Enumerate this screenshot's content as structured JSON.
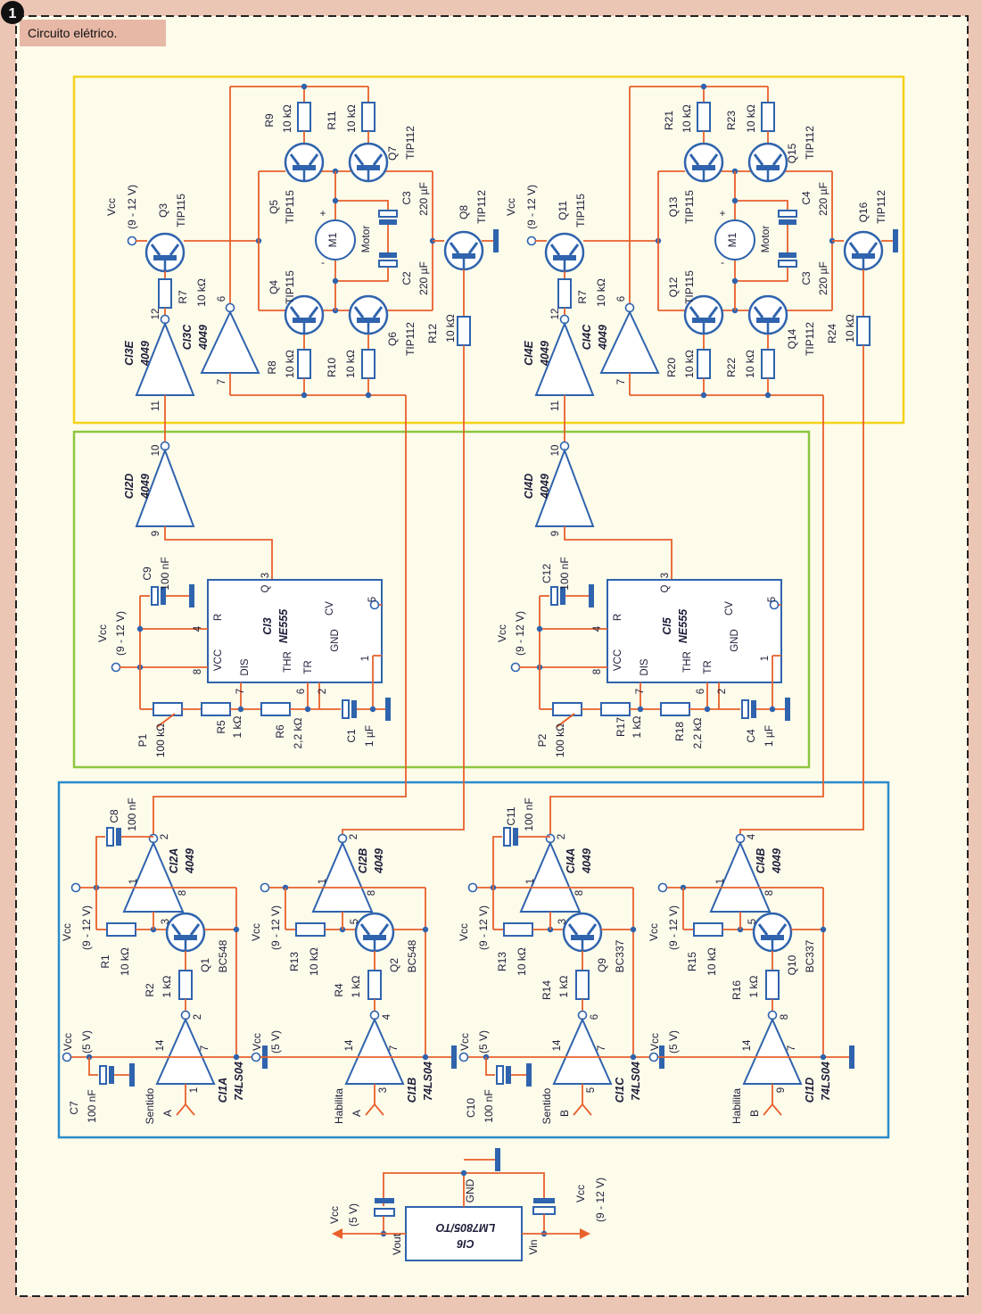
{
  "figure_number": "1",
  "caption": "Circuito elétrico.",
  "colors": {
    "wire": "#e8602c",
    "component": "#2f63ad",
    "box_top": "#f3d21a",
    "box_mid": "#8dc63f",
    "box_bottom": "#2b8bcb",
    "paper": "#fdfbea"
  },
  "bridges": [
    {
      "vcc": "Vcc",
      "vcc_range": "(9 - 12 V)",
      "q_in": "Q3",
      "q_in_type": "TIP115",
      "r_in": "R7",
      "r_in_val": "10 kΩ",
      "inv_e": "CI3E",
      "inv_e_type": "4049",
      "inv_e_out": "12",
      "inv_e_in": "11",
      "inv_c": "CI3C",
      "inv_c_type": "4049",
      "inv_c_out": "6",
      "inv_c_in": "7",
      "r_tl": "R9",
      "r_tl_val": "10 kΩ",
      "r_tr": "R11",
      "r_tr_val": "10 kΩ",
      "q_tl": "Q5",
      "q_tl_type": "TIP115",
      "q_tr": "Q7",
      "q_tr_type": "TIP112",
      "motor_ref": "M1",
      "motor": "Motor",
      "plus": "+",
      "minus": "-",
      "c_top": "C3",
      "c_top_val": "220 µF",
      "c_bot": "C2",
      "c_bot_val": "220 µF",
      "q_out": "Q8",
      "q_out_type": "TIP112",
      "q_bl": "Q4",
      "q_bl_type": "TIP115",
      "q_br": "Q6",
      "q_br_type": "TIP112",
      "r_bl": "R8",
      "r_bl_val": "10 kΩ",
      "r_br": "R10",
      "r_br_val": "10 kΩ",
      "r_out": "R12",
      "r_out_val": "10 kΩ"
    },
    {
      "vcc": "Vcc",
      "vcc_range": "(9 - 12 V)",
      "q_in": "Q11",
      "q_in_type": "TIP115",
      "r_in": "R7",
      "r_in_val": "10 kΩ",
      "inv_e": "CI4E",
      "inv_e_type": "4049",
      "inv_e_out": "12",
      "inv_e_in": "11",
      "inv_c": "CI4C",
      "inv_c_type": "4049",
      "inv_c_out": "6",
      "inv_c_in": "7",
      "r_tl": "R21",
      "r_tl_val": "10 kΩ",
      "r_tr": "R23",
      "r_tr_val": "10 kΩ",
      "q_tl": "Q13",
      "q_tl_type": "TIP115",
      "q_tr": "Q15",
      "q_tr_type": "TIP112",
      "motor_ref": "M1",
      "motor": "Motor",
      "plus": "+",
      "minus": "-",
      "c_top": "C4",
      "c_top_val": "220 µF",
      "c_bot": "C3",
      "c_bot_val": "220 µF",
      "q_out": "Q16",
      "q_out_type": "TIP112",
      "q_bl": "Q12",
      "q_bl_type": "TIP115",
      "q_br": "Q14",
      "q_br_type": "TIP112",
      "r_bl": "R20",
      "r_bl_val": "10 kΩ",
      "r_br": "R22",
      "r_br_val": "10 kΩ",
      "r_out": "R24",
      "r_out_val": "10 kΩ"
    }
  ],
  "timers": [
    {
      "inv": "CI2D",
      "inv_type": "4049",
      "inv_out": "10",
      "inv_in": "9",
      "vcc": "Vcc",
      "vcc_range": "(9 - 12 V)",
      "c_t": "C9",
      "c_t_val": "100 nF",
      "ic": "CI3",
      "ic_type": "NE555",
      "p3": "3",
      "p4": "4",
      "p8": "8",
      "p7": "7",
      "p6": "6",
      "p2": "2",
      "p1": "1",
      "p5": "5",
      "l_q": "Q",
      "l_r": "R",
      "l_vcc": "VCC",
      "l_dis": "DIS",
      "l_thr": "THR",
      "l_tr": "TR",
      "l_cv": "CV",
      "l_gnd": "GND",
      "pot": "P1",
      "pot_val": "100 kΩ",
      "ra": "R5",
      "ra_val": "1 kΩ",
      "rb": "R6",
      "rb_val": "2,2 kΩ",
      "c": "C1",
      "c_val": "1 µF"
    },
    {
      "inv": "CI4D",
      "inv_type": "4049",
      "inv_out": "10",
      "inv_in": "9",
      "vcc": "Vcc",
      "vcc_range": "(9 - 12 V)",
      "c_t": "C12",
      "c_t_val": "100 nF",
      "ic": "CI5",
      "ic_type": "NE555",
      "p3": "3",
      "p4": "4",
      "p8": "8",
      "p7": "7",
      "p6": "6",
      "p2": "2",
      "p1": "1",
      "p5": "5",
      "l_q": "Q",
      "l_r": "R",
      "l_vcc": "VCC",
      "l_dis": "DIS",
      "l_thr": "THR",
      "l_tr": "TR",
      "l_cv": "CV",
      "l_gnd": "GND",
      "pot": "P2",
      "pot_val": "100 kΩ",
      "ra": "R17",
      "ra_val": "1 kΩ",
      "rb": "R18",
      "rb_val": "2,2 kΩ",
      "c": "C4",
      "c_val": "1 µF"
    }
  ],
  "channels": [
    {
      "inv_top": "CI2A",
      "inv_top_type": "4049",
      "pin_out": "2",
      "pin_in": "1",
      "pin_vcc": "8",
      "pin_b": "3",
      "vcc": "Vcc",
      "vcc_range": "(9 - 12 V)",
      "r_pull": "R1",
      "r_pull_val": "10 kΩ",
      "q": "Q1",
      "q_type": "BC548",
      "r_base": "R2",
      "r_base_val": "1 kΩ",
      "gate_out": "2",
      "inv_bot": "CI1A",
      "inv_bot_type": "74LS04",
      "pin14": "14",
      "pin7": "7",
      "gate_in": "1",
      "vcc5": "Vcc",
      "vcc5_range": "(5 V)",
      "input": "Sentido",
      "input_letter": "A",
      "c_top": "C8",
      "c_top_val": "100 nF",
      "c_bot": "C7",
      "c_bot_val": "100 nF"
    },
    {
      "inv_top": "CI2B",
      "inv_top_type": "4049",
      "pin_out": "2",
      "pin_in": "1",
      "pin_vcc": "8",
      "pin_b": "5",
      "vcc": "Vcc",
      "vcc_range": "(9 - 12 V)",
      "r_pull": "R13",
      "r_pull_val": "10 kΩ",
      "q": "Q2",
      "q_type": "BC548",
      "r_base": "R4",
      "r_base_val": "1 kΩ",
      "gate_out": "4",
      "inv_bot": "CI1B",
      "inv_bot_type": "74LS04",
      "pin14": "14",
      "pin7": "7",
      "gate_in": "3",
      "vcc5": "Vcc",
      "vcc5_range": "(5 V)",
      "input": "Habilita",
      "input_letter": "A"
    },
    {
      "inv_top": "CI4A",
      "inv_top_type": "4049",
      "pin_out": "2",
      "pin_in": "1",
      "pin_vcc": "8",
      "pin_b": "3",
      "vcc": "Vcc",
      "vcc_range": "(9 - 12 V)",
      "r_pull": "R13",
      "r_pull_val": "10 kΩ",
      "q": "Q9",
      "q_type": "BC337",
      "r_base": "R14",
      "r_base_val": "1 kΩ",
      "gate_out": "6",
      "inv_bot": "CI1C",
      "inv_bot_type": "74LS04",
      "pin14": "14",
      "pin7": "7",
      "gate_in": "5",
      "vcc5": "Vcc",
      "vcc5_range": "(5 V)",
      "input": "Sentido",
      "input_letter": "B",
      "c_top": "C11",
      "c_top_val": "100 nF",
      "c_bot": "C10",
      "c_bot_val": "100 nF"
    },
    {
      "inv_top": "CI4B",
      "inv_top_type": "4049",
      "pin_out": "4",
      "pin_in": "1",
      "pin_vcc": "8",
      "pin_b": "5",
      "vcc": "Vcc",
      "vcc_range": "(9 - 12 V)",
      "r_pull": "R15",
      "r_pull_val": "10 kΩ",
      "q": "Q10",
      "q_type": "BC337",
      "r_base": "R16",
      "r_base_val": "1 kΩ",
      "gate_out": "8",
      "inv_bot": "CI1D",
      "inv_bot_type": "74LS04",
      "pin14": "14",
      "pin7": "7",
      "gate_in": "9",
      "vcc5": "Vcc",
      "vcc5_range": "(5 V)",
      "input": "Habilita",
      "input_letter": "B"
    }
  ],
  "regulator": {
    "vcc5": "Vcc",
    "vcc5_range": "(5 V)",
    "vout": "Vout",
    "ic": "CI6",
    "ic_type": "LM7805/TO",
    "gnd": "GND",
    "vin": "Vin",
    "vcc": "Vcc",
    "vcc_range": "(9 - 12 V)"
  }
}
